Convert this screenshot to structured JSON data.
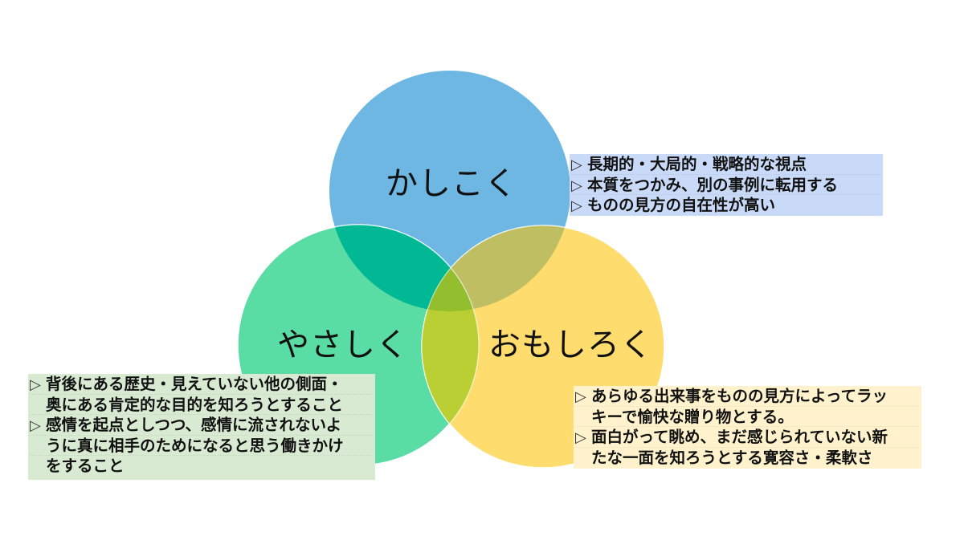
{
  "colors": {
    "blue_circle": "#6EB7E2",
    "green_circle": "#5ADCA5",
    "yellow_circle": "#FFDC6E",
    "blue_green_overlap": "#00B894",
    "blue_yellow_overlap": "#BFBE62",
    "green_yellow_overlap": "#BACF33",
    "center_overlap": "#93BE2E",
    "blue_box_bg": "#C9DAF8",
    "green_box_bg": "#D9EAD3",
    "yellow_box_bg": "#FFF2CC"
  },
  "bullet_glyph": "▷",
  "circles": {
    "top": {
      "title": "かしこく",
      "color_name": "blue",
      "items": [
        {
          "lines": [
            "長期的・大局的・戦略的な視点"
          ]
        },
        {
          "lines": [
            "本質をつかみ、別の事例に転用する"
          ]
        },
        {
          "lines": [
            "ものの見方の自在性が高い"
          ]
        }
      ]
    },
    "left": {
      "title": "やさしく",
      "color_name": "green",
      "items": [
        {
          "lines": [
            "背後にある歴史・見えていない他の側面・",
            "奥にある肯定的な目的を知ろうとすること"
          ]
        },
        {
          "lines": [
            "感情を起点としつつ、感情に流されないよ",
            "うに真に相手のためになると思う働きかけ",
            "をすること"
          ]
        }
      ]
    },
    "right": {
      "title": "おもしろく",
      "color_name": "yellow",
      "items": [
        {
          "lines": [
            "あらゆる出来事をものの見方によってラッ",
            "キーで愉快な贈り物とする。"
          ]
        },
        {
          "lines": [
            "面白がって眺め、まだ感じられていない新",
            "たな一面を知ろうとする寛容さ・柔軟さ"
          ]
        }
      ]
    }
  }
}
